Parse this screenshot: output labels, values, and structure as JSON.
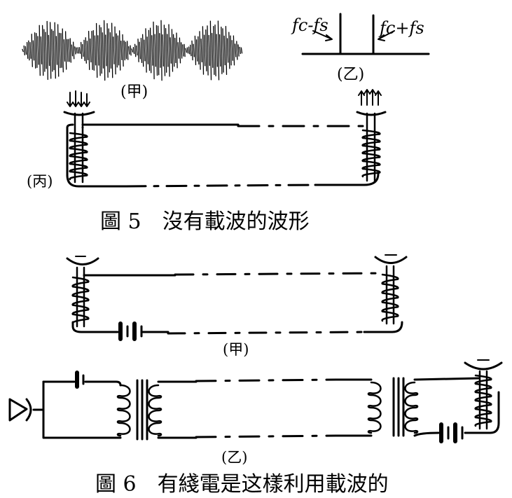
{
  "figure5": {
    "label_jia": "(甲)",
    "label_yi": "(乙)",
    "label_bing": "(丙)",
    "spectrum_left": "fc-fs",
    "spectrum_right": "fc+fs",
    "caption": "圖 5　沒有載波的波形"
  },
  "figure6": {
    "label_jia": "(甲)",
    "label_yi": "(乙)",
    "caption": "圖 6　有綫電是这樣利用載波的"
  }
}
